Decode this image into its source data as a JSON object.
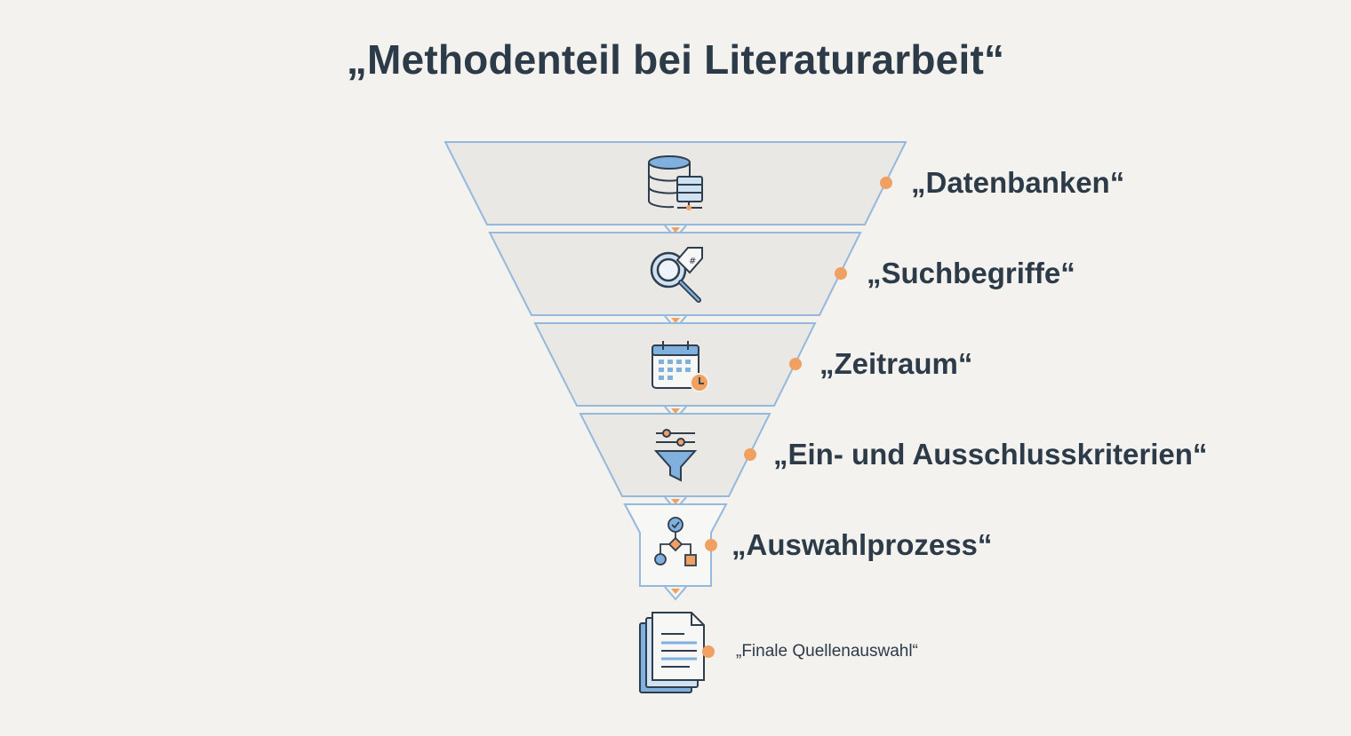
{
  "title": "„Methodenteil bei Literaturarbeit“",
  "colors": {
    "background": "#f3f2ef",
    "stage_fill": "#e9e8e5",
    "stage_fill_light": "#f7f7f5",
    "stage_stroke": "#94b9dc",
    "icon_stroke": "#2f3d4c",
    "icon_accent": "#7fb0de",
    "marker": "#f0a060",
    "text": "#2d3b49"
  },
  "stages": [
    {
      "label": "„Datenbanken“",
      "icon": "database-icon"
    },
    {
      "label": "„Suchbegriffe“",
      "icon": "search-tag-icon"
    },
    {
      "label": "„Zeitraum“",
      "icon": "calendar-clock-icon"
    },
    {
      "label": "„Ein- und Ausschlusskriterien“",
      "icon": "filter-funnel-icon"
    },
    {
      "label": "„Auswahlprozess“",
      "icon": "decision-flow-icon"
    }
  ],
  "final": {
    "label": "„Finale Quellenauswahl“",
    "icon": "documents-icon"
  }
}
